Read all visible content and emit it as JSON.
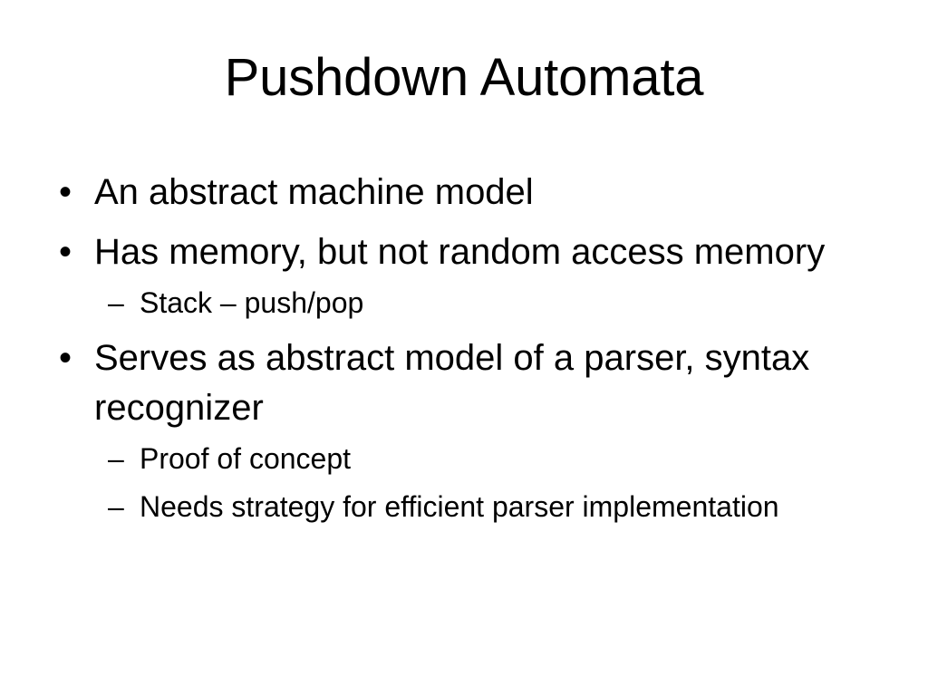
{
  "slide": {
    "title": "Pushdown Automata",
    "background_color": "#ffffff",
    "text_color": "#000000",
    "bullet_marker": "•",
    "sub_bullet_marker": "–",
    "content": [
      {
        "level": 1,
        "text": "An abstract machine model",
        "children": []
      },
      {
        "level": 1,
        "text": "Has memory, but not random access memory",
        "children": [
          {
            "level": 2,
            "text": "Stack – push/pop"
          }
        ]
      },
      {
        "level": 1,
        "text": "Serves as abstract model of a parser, syntax recognizer",
        "children": [
          {
            "level": 2,
            "text": "Proof of concept"
          },
          {
            "level": 2,
            "text": "Needs strategy for efficient parser implementation"
          }
        ]
      }
    ]
  }
}
